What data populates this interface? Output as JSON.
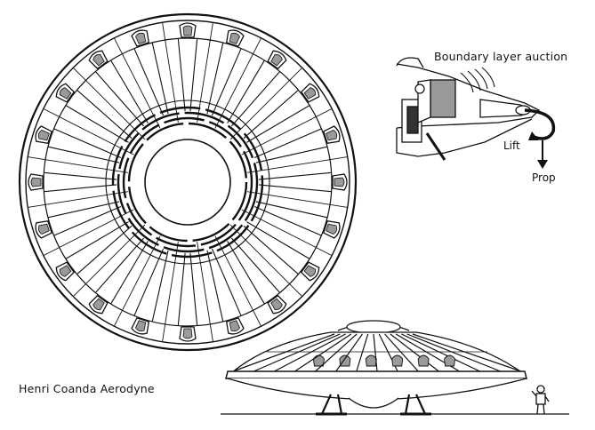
{
  "labels": {
    "boundary_layer": "Boundary layer auction",
    "lift": "Lift",
    "prop": "Prop",
    "caption": "Henri Coanda Aerodyne"
  },
  "diagram": {
    "vane_count": 20,
    "inner_ring_count": 4,
    "hull_rib_count": 14,
    "stroke_color": "#111111",
    "fill_color": "#ffffff",
    "shade_color": "#9a9a9a"
  }
}
